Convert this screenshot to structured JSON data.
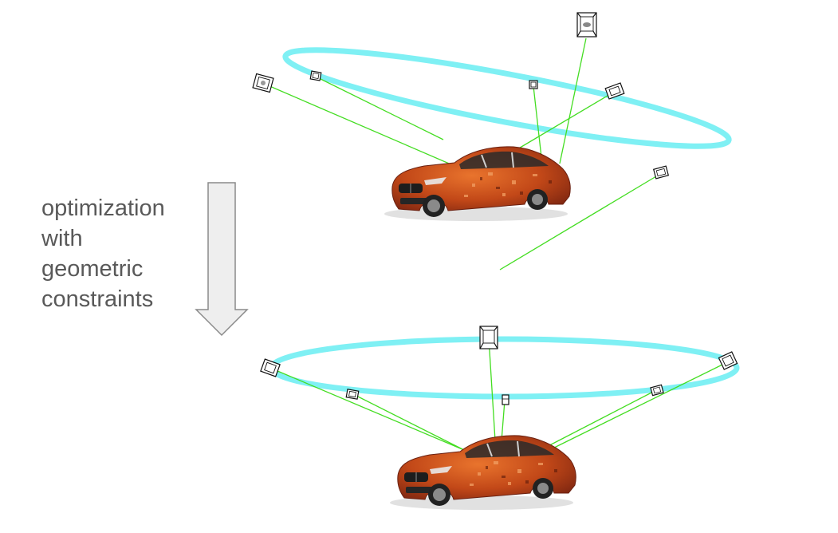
{
  "caption": {
    "lines": [
      "optimization",
      "with",
      "geometric",
      "constraints"
    ]
  },
  "colors": {
    "ring": "#7ff0f4",
    "ray": "#44dd22",
    "camera": "#111111",
    "arrow_fill": "#eeeeee",
    "arrow_stroke": "#8a8a8a",
    "car_body": "#b8401a",
    "car_shadow": "#d9d9d9",
    "caption_text": "#595959"
  },
  "icons": {
    "camera": "camera-frustum-icon",
    "arrow": "down-arrow-icon",
    "car": "car-point-cloud"
  }
}
